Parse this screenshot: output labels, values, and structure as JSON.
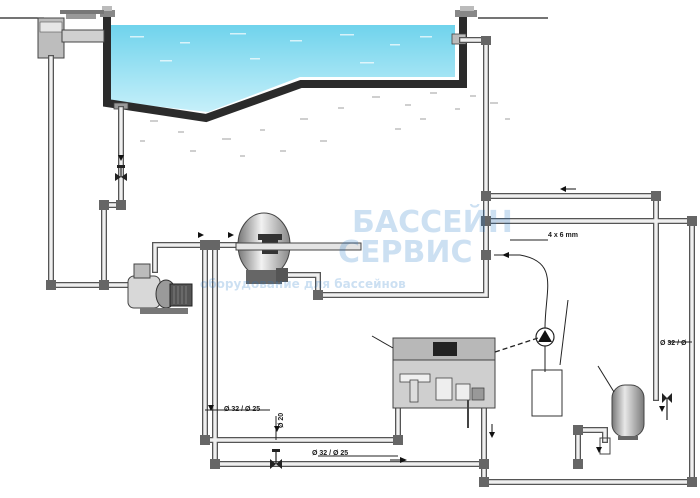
{
  "labels": {
    "tube": "4 x 6 mm",
    "d_right": "Ø 32 / Ø",
    "d_mid": "Ø 32 / Ø 25",
    "d_bottom": "Ø 32 / Ø 25",
    "d20": "Ø 20"
  },
  "watermark": {
    "line1": "БАССЕЙН",
    "line2": "СЕРВИС",
    "line3": "оборудование для бассейнов"
  },
  "colors": {
    "water": "#9fe3f3",
    "pool_wall": "#2b2b2b",
    "pipe": "#555555",
    "watermark": "#1e74c9"
  }
}
